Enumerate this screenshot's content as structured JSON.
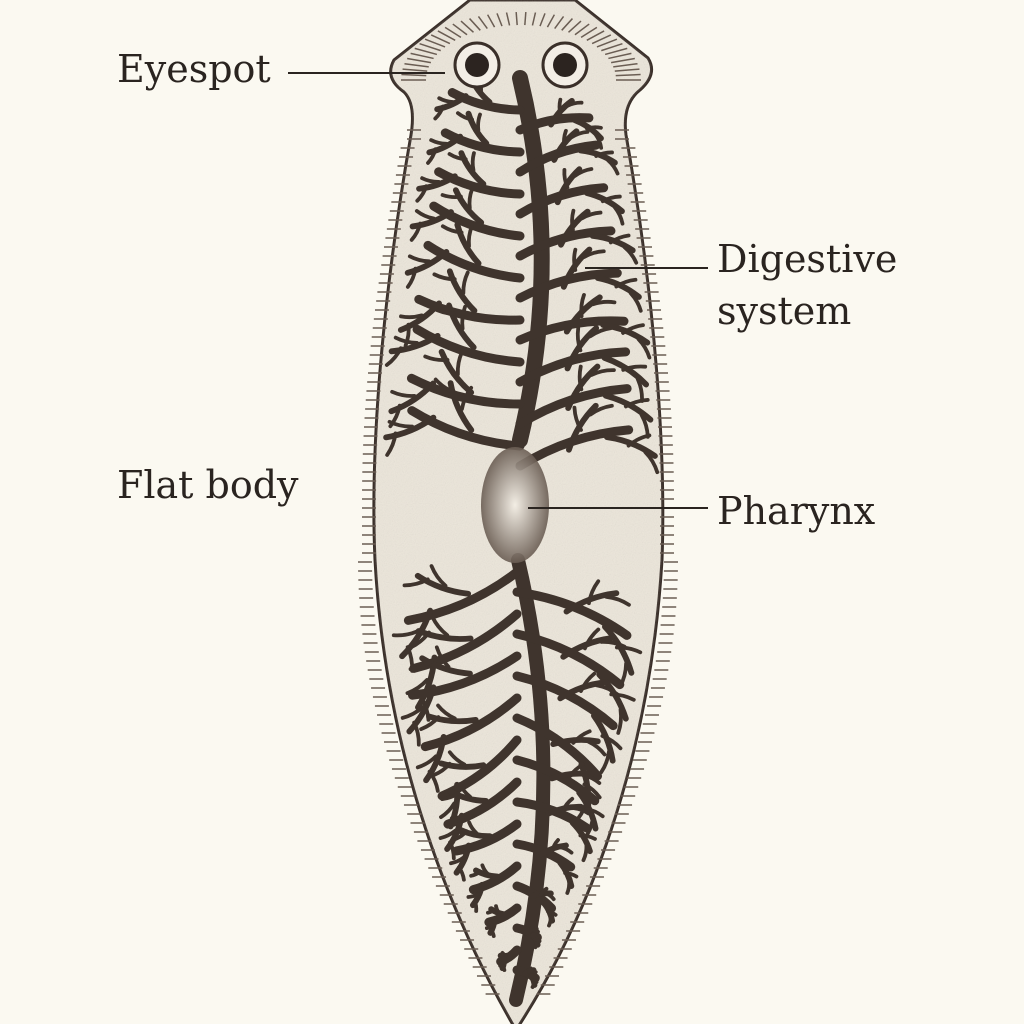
{
  "labels": {
    "eyespot": "Eyespot",
    "digestive_line1": "Digestive",
    "digestive_line2": "system",
    "flat_body": "Flat body",
    "pharynx": "Pharynx"
  },
  "colors": {
    "background": "#fbf9f1",
    "body_fill": "#ece6da",
    "ink": "#3a2f29"
  }
}
